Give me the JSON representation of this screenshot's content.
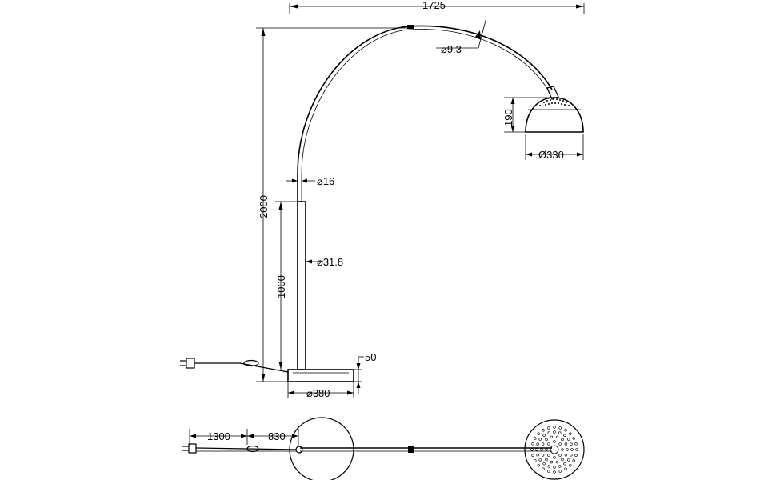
{
  "dimensions": {
    "total_width": "1725",
    "arc_tube_diameter": "⌀9.3",
    "shade_height": "190",
    "shade_diameter": "Ø330",
    "upper_tube_diameter": "⌀16",
    "total_height": "2000",
    "lower_tube_diameter": "⌀31.8",
    "lower_tube_height": "1000",
    "base_height": "50",
    "base_diameter": "⌀380",
    "cable_length_1": "1300",
    "cable_length_2": "830"
  },
  "colors": {
    "line": "#000000",
    "background": "#ffffff"
  }
}
